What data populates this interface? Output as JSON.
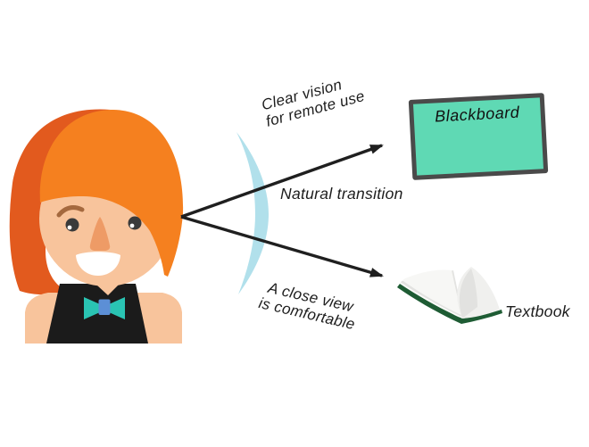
{
  "scene": {
    "description": "Progressive lens vision zones diagram",
    "labels": {
      "upper_ray": "Clear vision\nfor remote use",
      "middle_ray": "Natural transition",
      "lower_ray": "A close view\nis comfortable",
      "blackboard": "Blackboard",
      "textbook": "Textbook"
    },
    "colors": {
      "background": "#ffffff",
      "hair_main_orange": "#f5801f",
      "hair_back_orange": "#e25a1e",
      "skin": "#f8c49c",
      "nose": "#ee9b66",
      "eyebrow_brown": "#a5693e",
      "eye_dark": "#3a3a3a",
      "top_black": "#1b1b1b",
      "bow_teal": "#2ac4b3",
      "bow_center_blue": "#5c8fd6",
      "lens_blue": "#a9dde9",
      "board_surface_green": "#5fd9b4",
      "board_frame_gray": "#4a4a4a",
      "book_cover_green": "#1e5c34",
      "arrow_black": "#1f1f1f",
      "text_black": "#1c1c1c"
    }
  }
}
